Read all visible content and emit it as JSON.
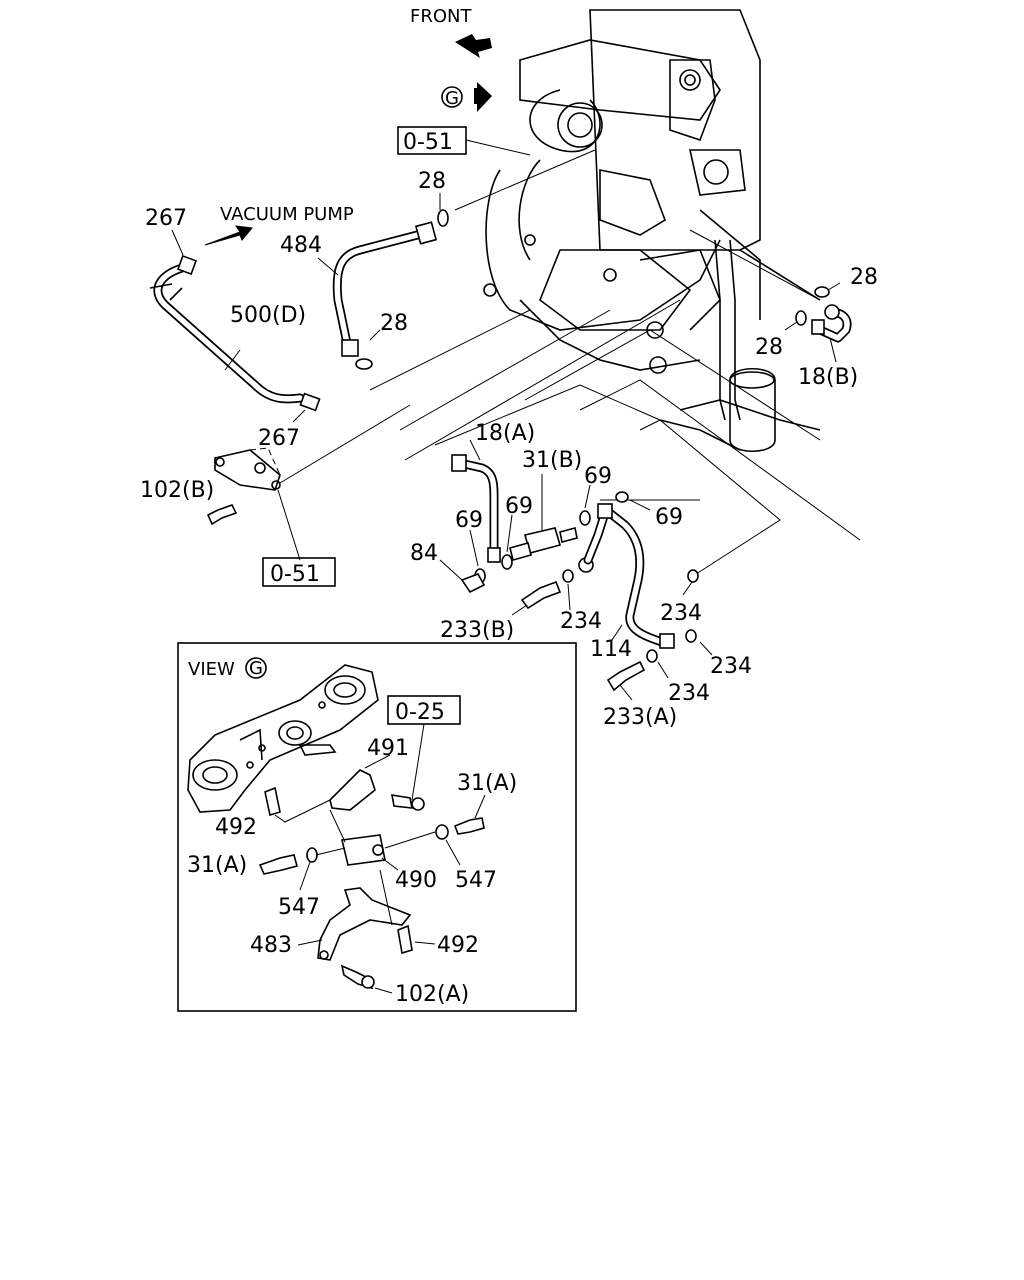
{
  "labels": {
    "front": "FRONT",
    "view_marker": "G",
    "ref_top": "0-51",
    "ref_bottom": "0-51",
    "ref_view": "0-25",
    "vacuum_pump": "VACUUM PUMP",
    "p267_a": "267",
    "p267_b": "267",
    "p484": "484",
    "p28_a": "28",
    "p28_b": "28",
    "p28_c": "28",
    "p28_d": "28",
    "p500d": "500(D)",
    "p18b": "18(B)",
    "p18a": "18(A)",
    "p31b": "31(B)",
    "p69_a": "69",
    "p69_b": "69",
    "p69_c": "69",
    "p69_d": "69",
    "p102b": "102(B)",
    "p84": "84",
    "p233b": "233(B)",
    "p234_a": "234",
    "p234_b": "234",
    "p234_c": "234",
    "p234_d": "234",
    "p114": "114",
    "p233a": "233(A)",
    "view_title": "VIEW",
    "p491": "491",
    "p31a_a": "31(A)",
    "p31a_b": "31(A)",
    "p492_a": "492",
    "p492_b": "492",
    "p490": "490",
    "p547_a": "547",
    "p547_b": "547",
    "p483": "483",
    "p102a": "102(A)"
  }
}
